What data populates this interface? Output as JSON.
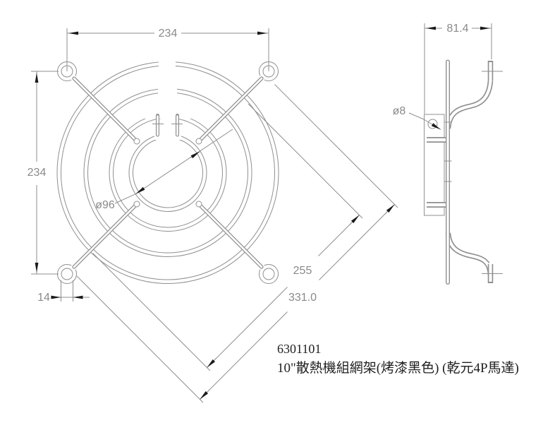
{
  "drawing": {
    "front_view": {
      "width_mm": "234",
      "height_mm": "234",
      "hole_pitch_mm": "14",
      "hub_diameter": "ø96",
      "ring_diameter": "255",
      "diagonal_length": "331.0"
    },
    "side_view": {
      "depth_mm": "81.4",
      "hole_diameter": "ø8"
    },
    "caption": {
      "part_number": "6301101",
      "description": "10\"散熱機組網架(烤漆黑色) (乾元4P馬達)"
    },
    "colors": {
      "line": "#8f8f8f",
      "dim_text": "#8a8a8a",
      "arrow": "#1a1a1a",
      "caption_text": "#1f1f1f",
      "background": "#ffffff"
    }
  }
}
